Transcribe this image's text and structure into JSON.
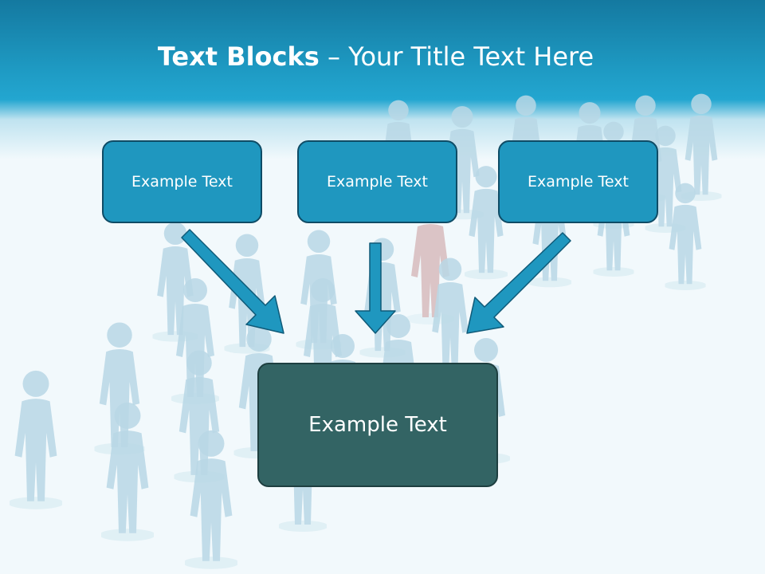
{
  "title": {
    "bold": "Text Blocks",
    "dash": " – ",
    "rest": "Your Title Text Here"
  },
  "blocks": {
    "top": [
      "Example Text",
      "Example Text",
      "Example Text"
    ],
    "main": "Example Text"
  },
  "colors": {
    "header": "#1f9dc6",
    "block_fill": "#1f97bf",
    "block_border": "#0f4c66",
    "main_fill": "#336464",
    "arrow": "#1f97bf",
    "figure": "#b9d8e6",
    "figure_highlight": "#c99a9a",
    "background": "#f2f9fc"
  },
  "icons": {
    "figures": "person-figure-icon",
    "arrows": "arrow-down-icon"
  }
}
